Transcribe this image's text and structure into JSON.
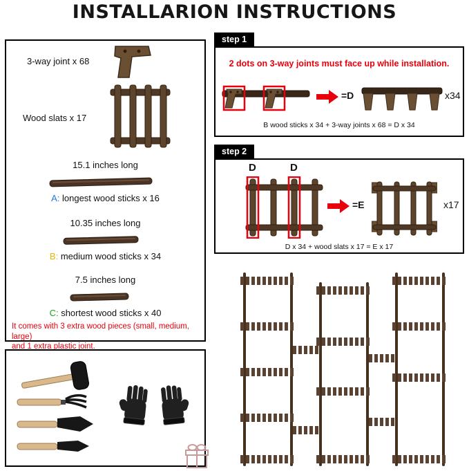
{
  "title": "INSTALLARION INSTRUCTIONS",
  "colors": {
    "accent_red": "#e8000d",
    "letter_a_blue": "#1e7be0",
    "letter_b_yellow": "#f0b400",
    "letter_c_green": "#17a317",
    "wood_dark": "#4a3425",
    "wood_joint_brown": "#6b4f33",
    "step_tab_bg": "#000000",
    "step_tab_text": "#ffffff"
  },
  "parts": {
    "joint": {
      "label": "3-way joint x 68"
    },
    "slats": {
      "label": "Wood slats x 17"
    },
    "stick_a": {
      "length": "15.1 inches long",
      "letter": "A:",
      "desc": " longest wood sticks x 16"
    },
    "stick_b": {
      "length": "10.35 inches long",
      "letter": "B:",
      "desc": " medium wood sticks x 34"
    },
    "stick_c": {
      "length": "7.5 inches long",
      "letter": "C:",
      "desc": " shortest wood sticks x 40"
    },
    "note_line1": "It comes with 3 extra wood pieces (small, medium, large)",
    "note_line2": "and 1 extra plastic joint."
  },
  "step1": {
    "label": "step 1",
    "warning": "2 dots on 3-way joints must face up while installation.",
    "result": "=D",
    "count": "x34",
    "caption": "B wood sticks x 34 + 3-way joints x 68 = D x 34"
  },
  "step2": {
    "label": "step 2",
    "d_label_left": "D",
    "d_label_right": "D",
    "result": "=E",
    "count": "x17",
    "caption": "D x 34 + wood slats x 17 = E x 17"
  },
  "images": {
    "three_way_joint_icon": "brown 3-way corner joint",
    "wood_slats_icon": "wood slat panel",
    "wood_stick_icons": "long / medium / short wood sticks",
    "tools_icon": "mallet, hand rake, two trowels",
    "gloves_icon": "pair of black work gloves",
    "red_arrow_icon": "red right arrow",
    "plant_stand_image": "assembled multi-tier wood plant stand",
    "gift_box_icon": "gift box outline"
  }
}
